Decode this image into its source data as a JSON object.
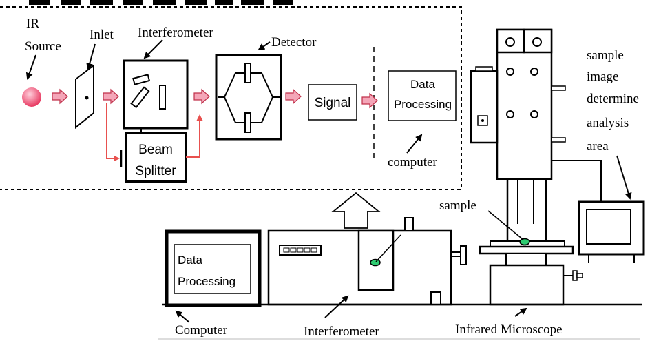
{
  "labels": {
    "ir_source_line1": "IR",
    "ir_source_line2": "Source",
    "inlet": "Inlet",
    "interferometer_top": "Interferometer",
    "detector": "Detector",
    "signal": "Signal",
    "data_processing_top_line1": "Data",
    "data_processing_top_line2": "Processing",
    "computer_top": "computer",
    "beam_splitter_line1": "Beam",
    "beam_splitter_line2": "Splitter",
    "sample_image_line1": "sample",
    "sample_image_line2": "image",
    "sample_image_line3": "determine",
    "sample_image_line4": "analysis",
    "sample_image_line5": "area",
    "sample": "sample",
    "data_processing_bottom_line1": "Data",
    "data_processing_bottom_line2": "Processing",
    "computer_bottom": "Computer",
    "interferometer_bottom": "Interferometer",
    "infrared_microscope": "Infrared Microscope"
  },
  "colors": {
    "flow_arrow_fill": "#f4a6b8",
    "flow_arrow_stroke": "#c0304a",
    "beam_path": "#e8514f",
    "ir_source": "#f06a86",
    "sample_dot": "#2ecc71"
  }
}
